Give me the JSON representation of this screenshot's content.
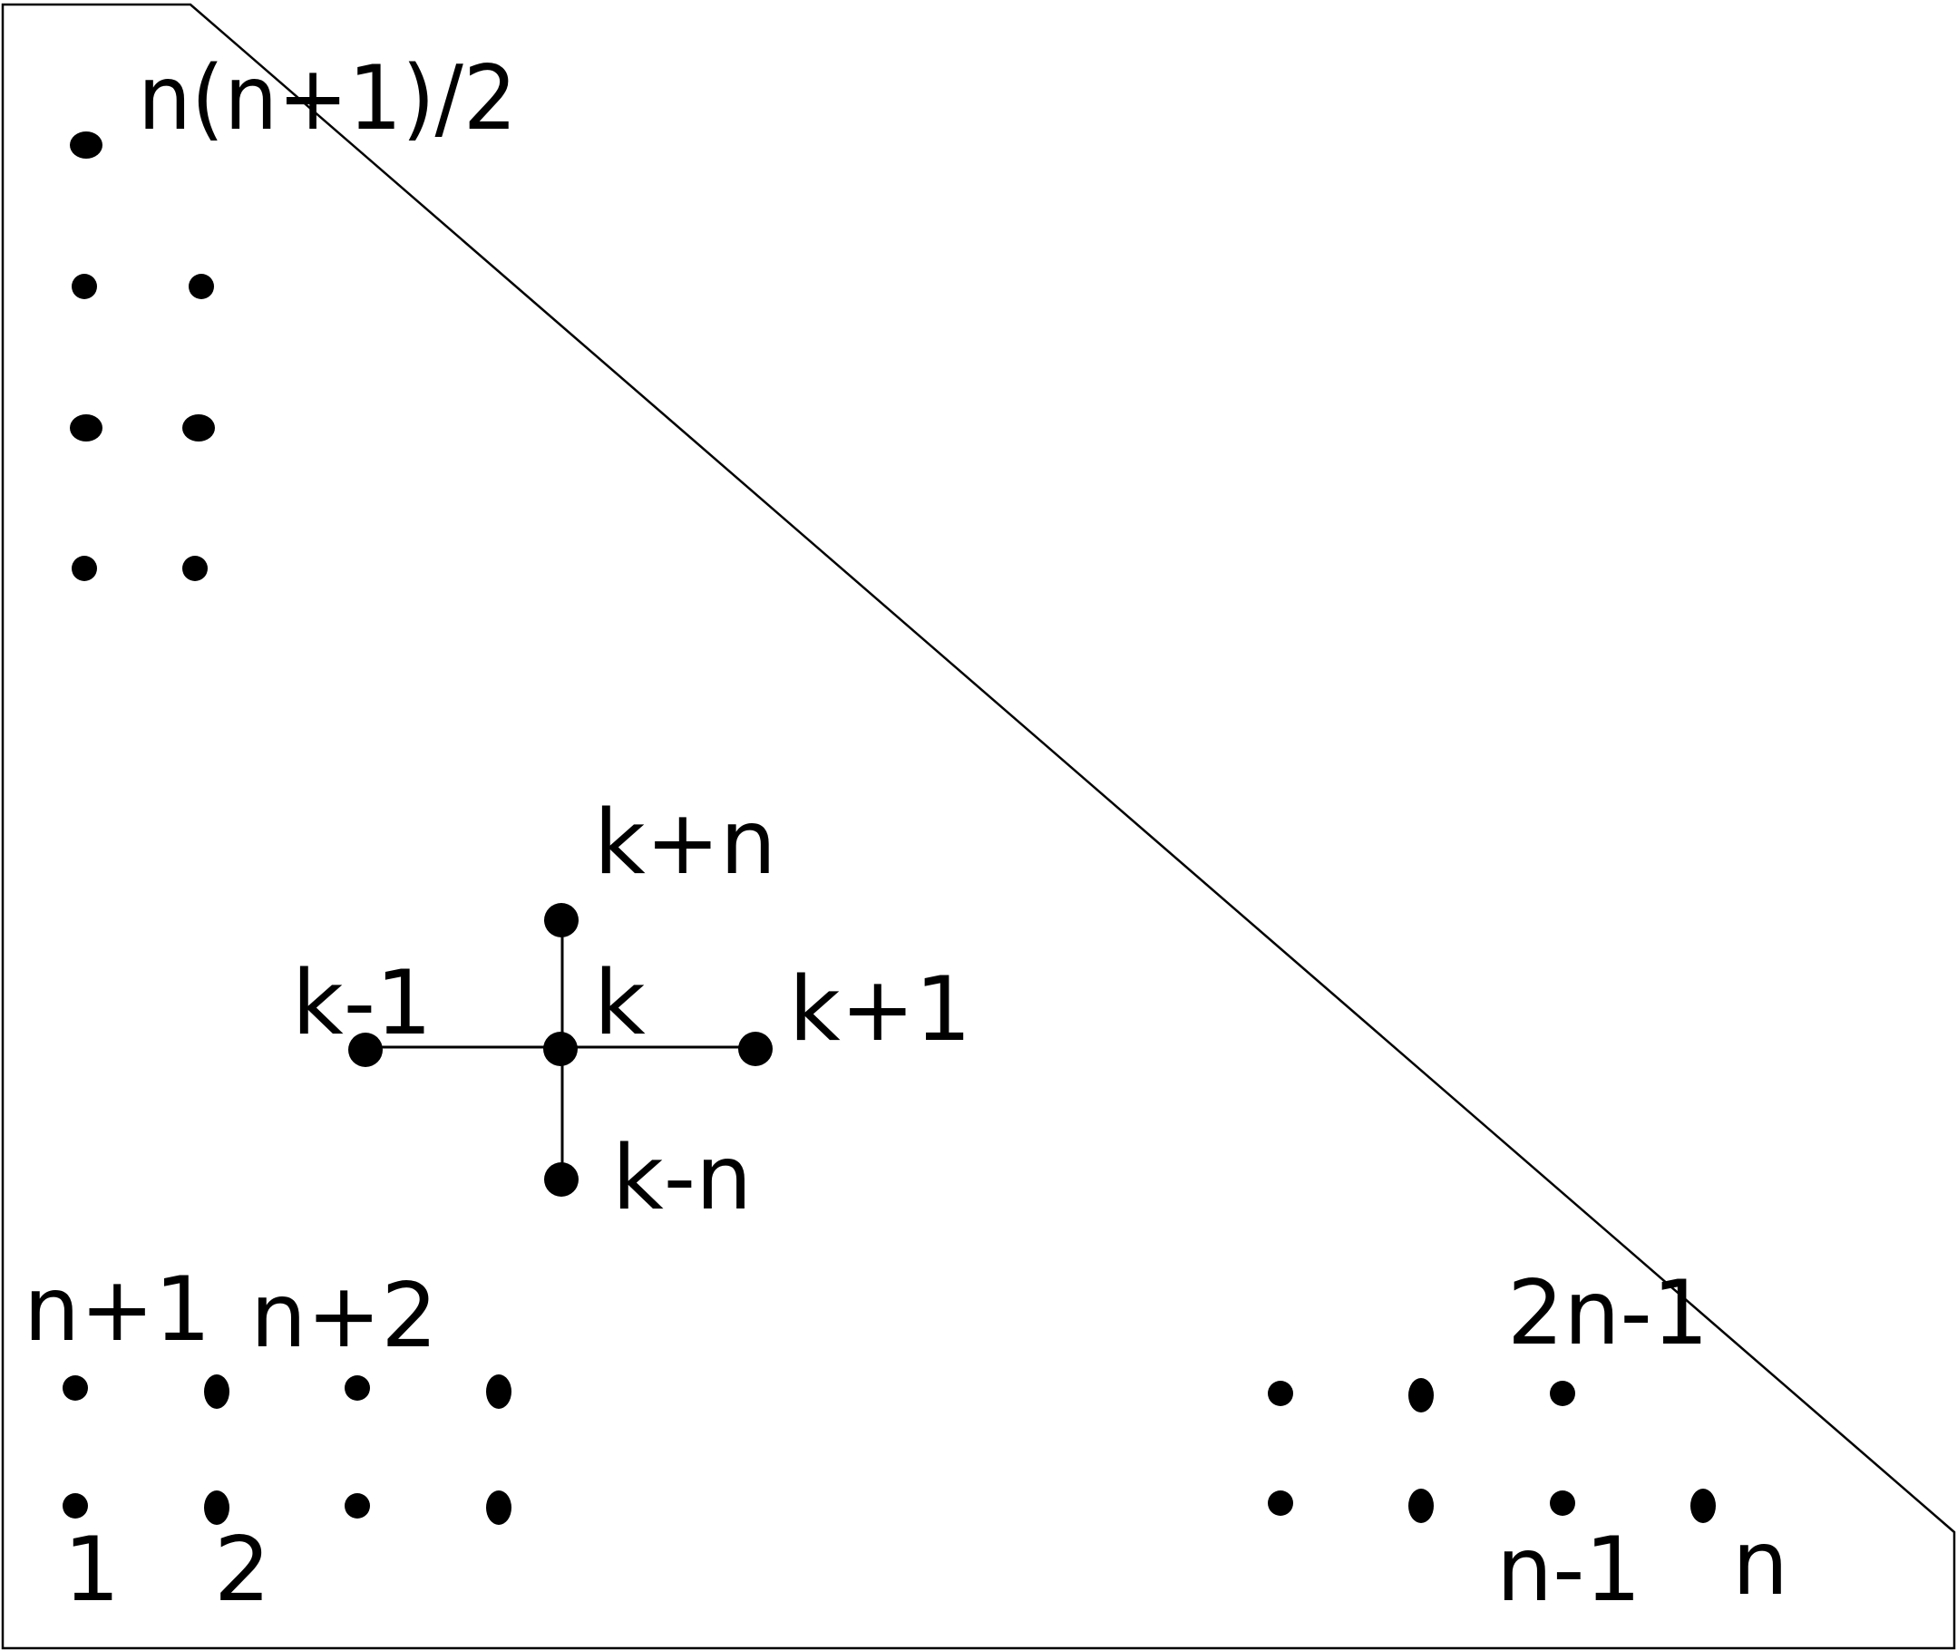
{
  "diagram": {
    "labels": {
      "top": "n(n+1)/2",
      "k_plus_n": "k+n",
      "k_minus_1": "k-1",
      "k": "k",
      "k_plus_1": "k+1",
      "k_minus_n": "k-n",
      "n_plus_1": "n+1",
      "n_plus_2": "n+2",
      "two_n_minus_1": "2n-1",
      "one": "1",
      "two": "2",
      "n_minus_1": "n-1",
      "n": "n"
    },
    "stencil_edges": [
      [
        "k-1",
        "k"
      ],
      [
        "k",
        "k+1"
      ],
      [
        "k+n",
        "k"
      ],
      [
        "k",
        "k-n"
      ]
    ]
  }
}
